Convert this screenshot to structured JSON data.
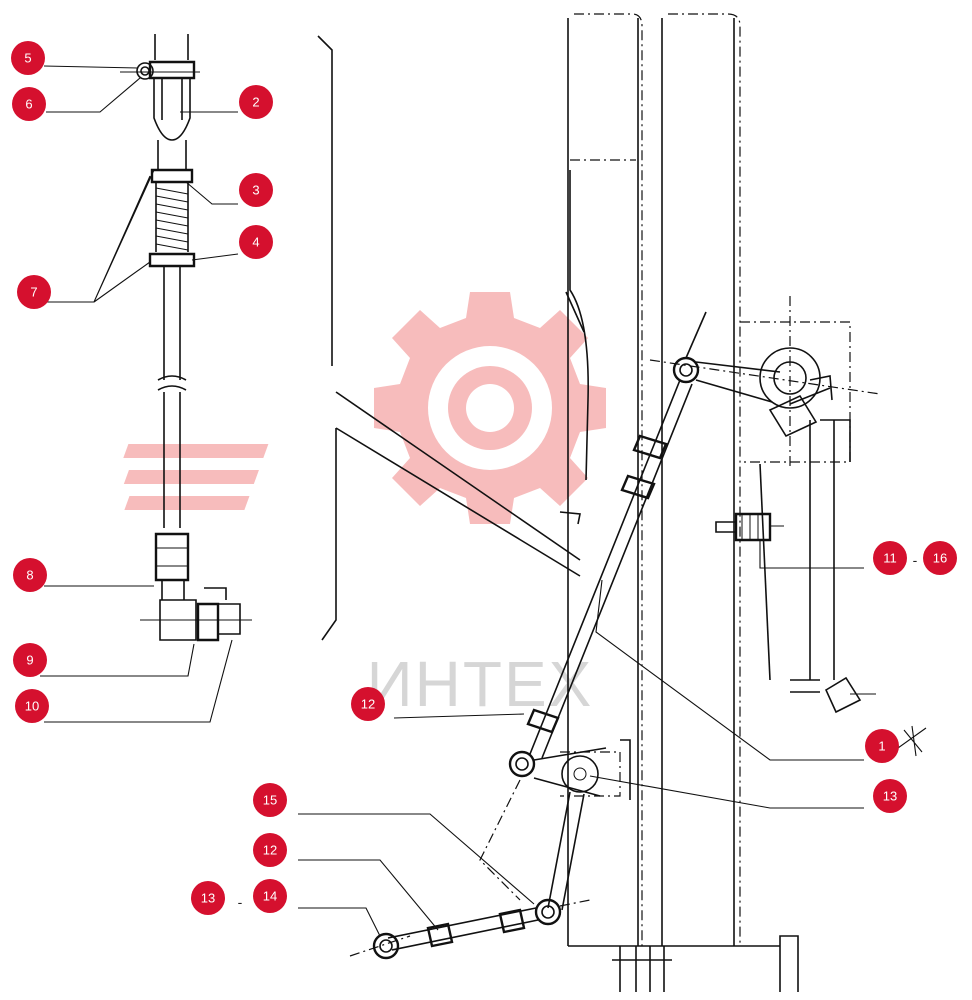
{
  "watermark": {
    "text": "ИНТЕХ",
    "color": "#f4a6a6"
  },
  "badge_color": "#d5102e",
  "separator": "-",
  "callouts": [
    {
      "id": "c5",
      "label": "5"
    },
    {
      "id": "c6",
      "label": "6"
    },
    {
      "id": "c2",
      "label": "2"
    },
    {
      "id": "c3",
      "label": "3"
    },
    {
      "id": "c4",
      "label": "4"
    },
    {
      "id": "c7",
      "label": "7"
    },
    {
      "id": "c8",
      "label": "8"
    },
    {
      "id": "c9",
      "label": "9"
    },
    {
      "id": "c10",
      "label": "10"
    },
    {
      "id": "c11",
      "label": "11"
    },
    {
      "id": "c16",
      "label": "16"
    },
    {
      "id": "c12a",
      "label": "12"
    },
    {
      "id": "c1",
      "label": "1"
    },
    {
      "id": "c13a",
      "label": "13"
    },
    {
      "id": "c15",
      "label": "15"
    },
    {
      "id": "c12b",
      "label": "12"
    },
    {
      "id": "c13b",
      "label": "13"
    },
    {
      "id": "c14",
      "label": "14"
    }
  ]
}
